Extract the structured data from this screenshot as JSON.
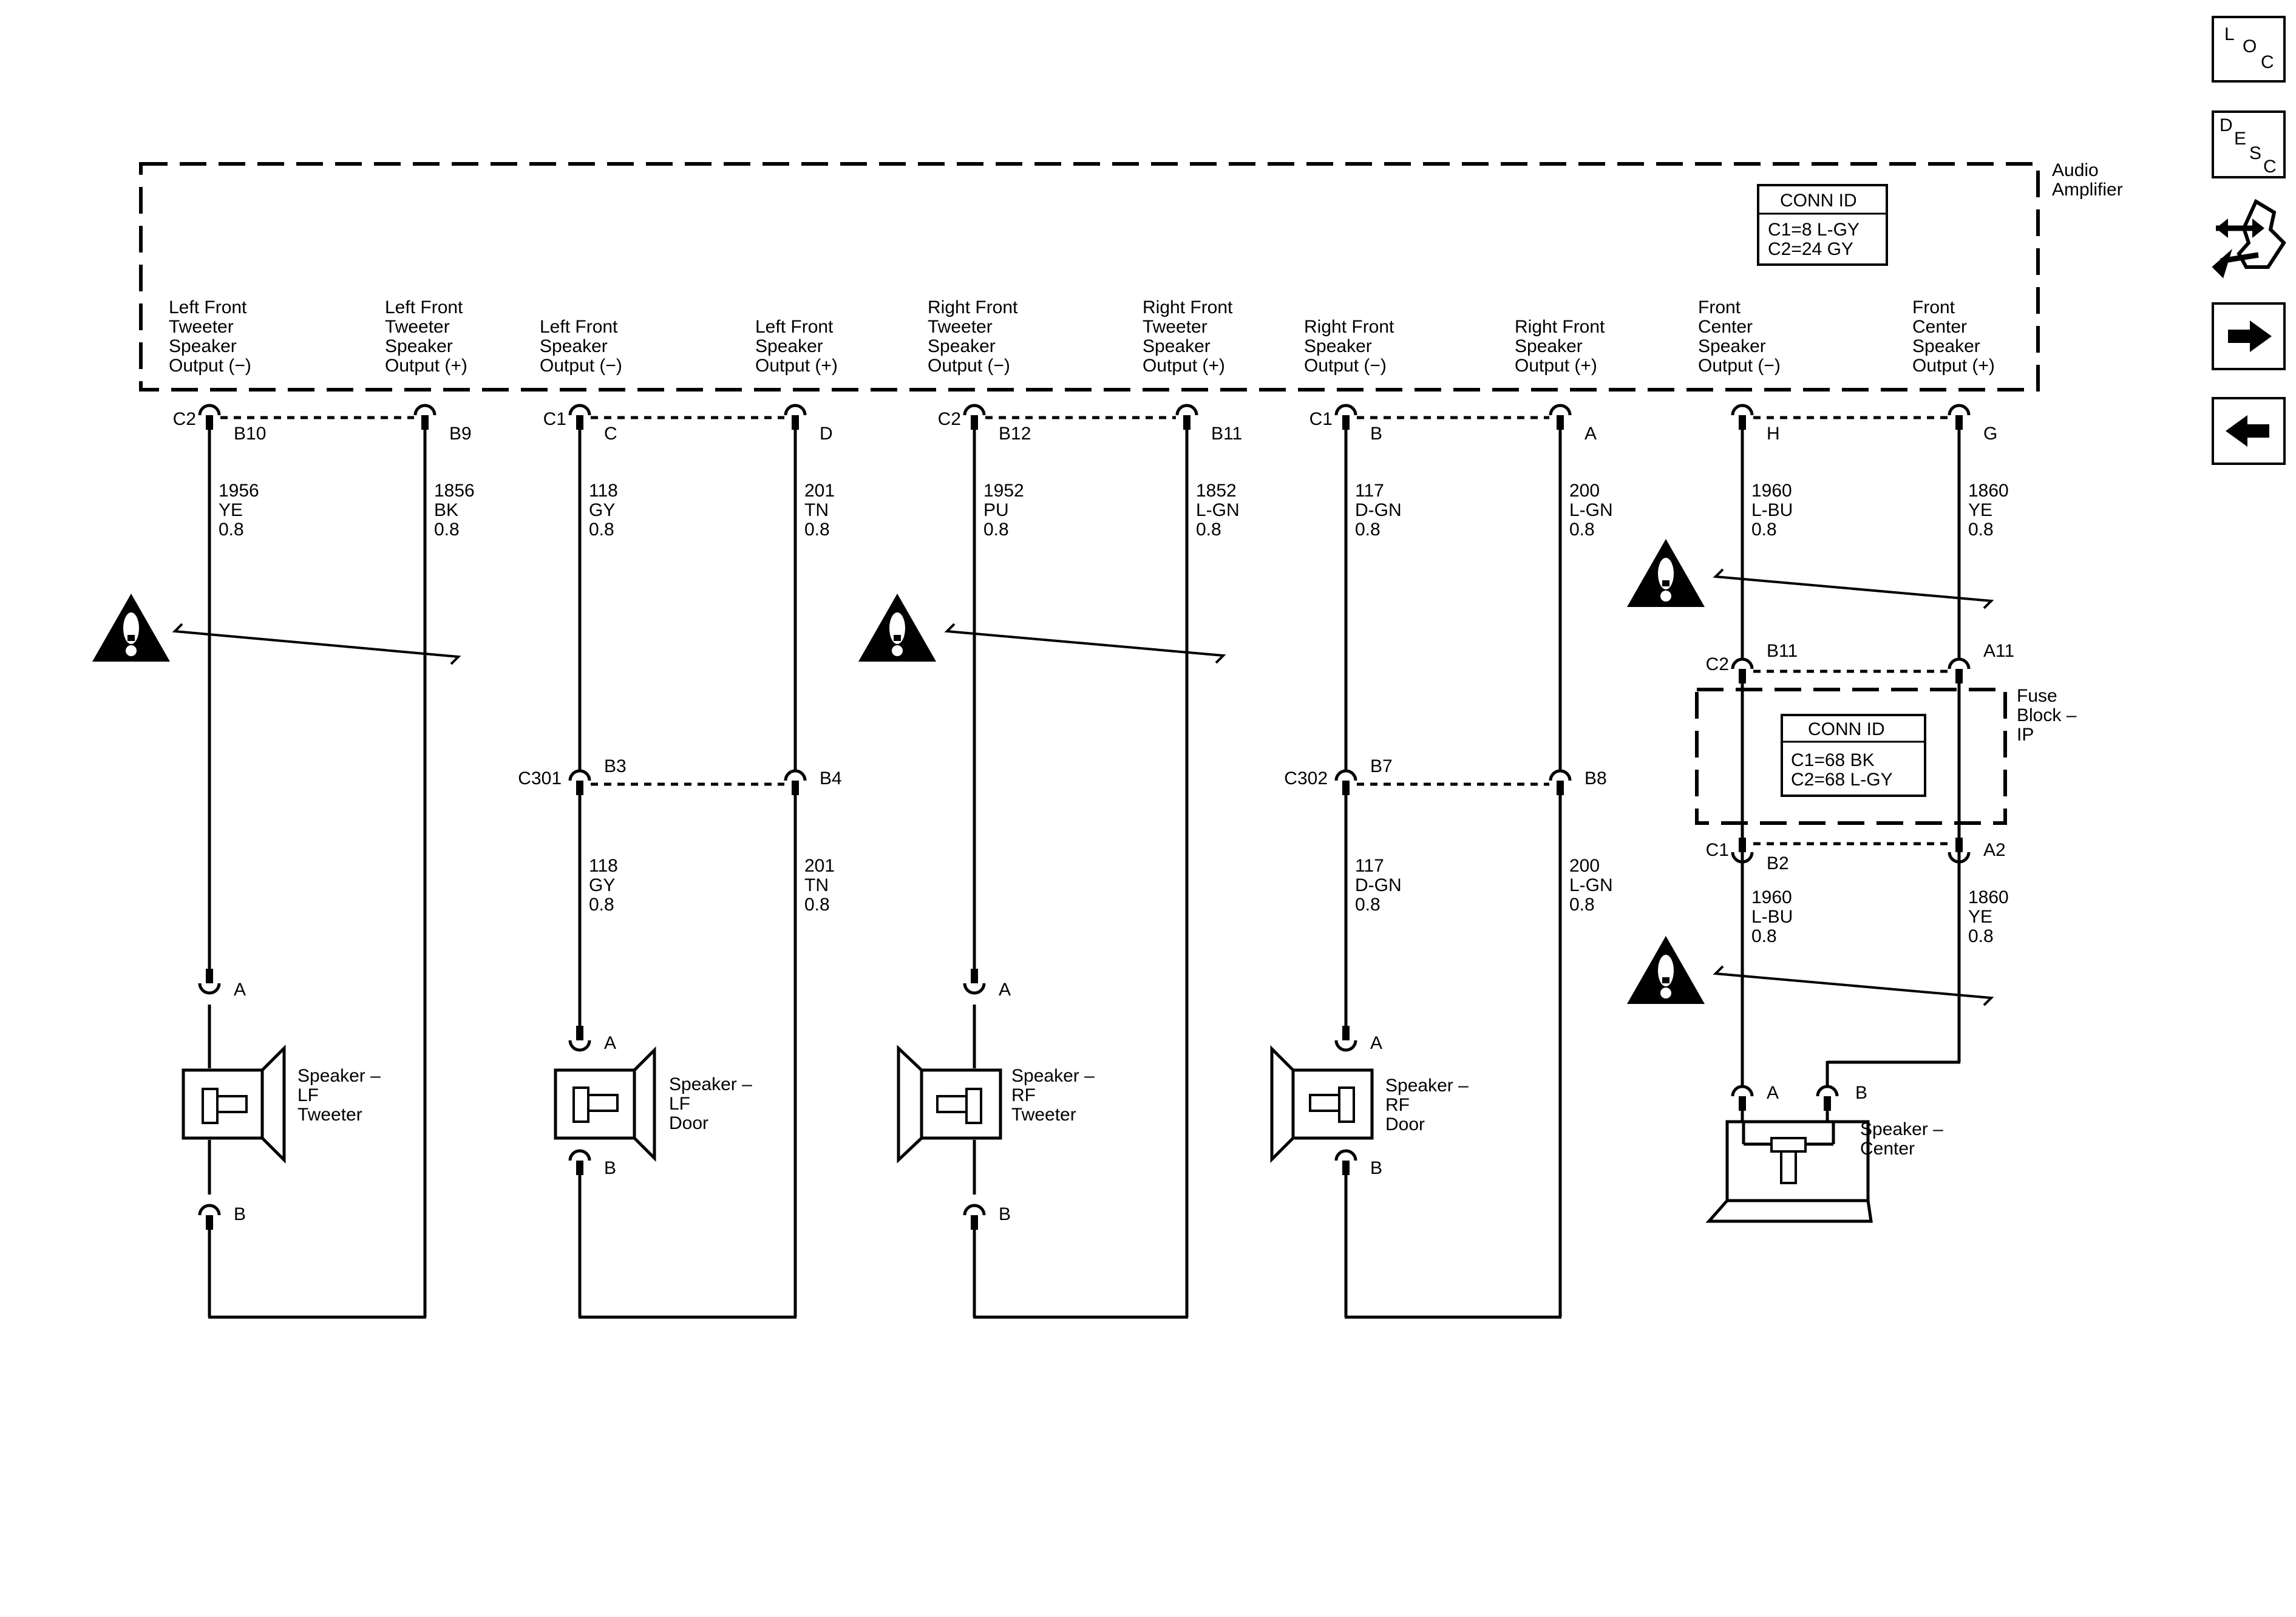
{
  "amplifier": {
    "name_lines": [
      "Audio",
      "Amplifier"
    ],
    "conn_id": {
      "title": "CONN ID",
      "lines": [
        "C1=8 L-GY",
        "C2=24 GY"
      ]
    },
    "outputs": [
      {
        "lines": [
          "Left Front",
          "Tweeter",
          "Speaker",
          "Output (−)"
        ]
      },
      {
        "lines": [
          "Left Front",
          "Tweeter",
          "Speaker",
          "Output (+)"
        ]
      },
      {
        "lines": [
          "Left Front",
          "Speaker",
          "Output (−)"
        ]
      },
      {
        "lines": [
          "Left Front",
          "Speaker",
          "Output (+)"
        ]
      },
      {
        "lines": [
          "Right Front",
          "Tweeter",
          "Speaker",
          "Output (−)"
        ]
      },
      {
        "lines": [
          "Right Front",
          "Tweeter",
          "Speaker",
          "Output (+)"
        ]
      },
      {
        "lines": [
          "Right Front",
          "Speaker",
          "Output (−)"
        ]
      },
      {
        "lines": [
          "Right Front",
          "Speaker",
          "Output (+)"
        ]
      },
      {
        "lines": [
          "Front",
          "Center",
          "Speaker",
          "Output (−)"
        ]
      },
      {
        "lines": [
          "Front",
          "Center",
          "Speaker",
          "Output (+)"
        ]
      }
    ]
  },
  "amp_connectors": [
    {
      "connector": "C2",
      "pin": "B10"
    },
    {
      "connector": "",
      "pin": "B9"
    },
    {
      "connector": "C1",
      "pin": "C"
    },
    {
      "connector": "",
      "pin": "D"
    },
    {
      "connector": "C2",
      "pin": "B12"
    },
    {
      "connector": "",
      "pin": "B11"
    },
    {
      "connector": "C1",
      "pin": "B"
    },
    {
      "connector": "",
      "pin": "A"
    },
    {
      "connector": "",
      "pin": "H"
    },
    {
      "connector": "",
      "pin": "G"
    }
  ],
  "wires_upper": [
    {
      "circuit": "1956",
      "color": "YE",
      "size": "0.8"
    },
    {
      "circuit": "1856",
      "color": "BK",
      "size": "0.8"
    },
    {
      "circuit": "118",
      "color": "GY",
      "size": "0.8"
    },
    {
      "circuit": "201",
      "color": "TN",
      "size": "0.8"
    },
    {
      "circuit": "1952",
      "color": "PU",
      "size": "0.8"
    },
    {
      "circuit": "1852",
      "color": "L-GN",
      "size": "0.8"
    },
    {
      "circuit": "117",
      "color": "D-GN",
      "size": "0.8"
    },
    {
      "circuit": "200",
      "color": "L-GN",
      "size": "0.8"
    },
    {
      "circuit": "1960",
      "color": "L-BU",
      "size": "0.8"
    },
    {
      "circuit": "1860",
      "color": "YE",
      "size": "0.8"
    }
  ],
  "inline_connectors": [
    {
      "name": "C301",
      "pins": [
        "B3",
        "B4"
      ]
    },
    {
      "name": "C302",
      "pins": [
        "B7",
        "B8"
      ]
    }
  ],
  "wires_lower": [
    {
      "circuit": "118",
      "color": "GY",
      "size": "0.8"
    },
    {
      "circuit": "201",
      "color": "TN",
      "size": "0.8"
    },
    {
      "circuit": "117",
      "color": "D-GN",
      "size": "0.8"
    },
    {
      "circuit": "200",
      "color": "L-GN",
      "size": "0.8"
    },
    {
      "circuit": "1960",
      "color": "L-BU",
      "size": "0.8"
    },
    {
      "circuit": "1860",
      "color": "YE",
      "size": "0.8"
    }
  ],
  "fuse_block": {
    "name_lines": [
      "Fuse",
      "Block –",
      "IP"
    ],
    "conn_id": {
      "title": "CONN ID",
      "lines": [
        "C1=68 BK",
        "C2=68 L-GY"
      ]
    },
    "top_connector": "C2",
    "top_pins": [
      "B11",
      "A11"
    ],
    "bottom_connector": "C1",
    "bottom_pins": [
      "B2",
      "A2"
    ]
  },
  "speakers": [
    {
      "name_lines": [
        "Speaker –",
        "LF",
        "Tweeter"
      ],
      "pin_top": "A",
      "pin_bottom": "B"
    },
    {
      "name_lines": [
        "Speaker –",
        "LF",
        "Door"
      ],
      "pin_top": "A",
      "pin_bottom": "B"
    },
    {
      "name_lines": [
        "Speaker –",
        "RF",
        "Tweeter"
      ],
      "pin_top": "A",
      "pin_bottom": "B"
    },
    {
      "name_lines": [
        "Speaker –",
        "RF",
        "Door"
      ],
      "pin_top": "A",
      "pin_bottom": "B"
    },
    {
      "name_lines": [
        "Speaker –",
        "Center"
      ],
      "pin_a": "A",
      "pin_b": "B"
    }
  ],
  "nav": {
    "loc": [
      "L",
      "O",
      "C"
    ],
    "desc": [
      "D",
      "E",
      "S",
      "C"
    ],
    "icons": [
      "connector-view-icon",
      "arrow-right-icon",
      "arrow-left-icon"
    ]
  }
}
